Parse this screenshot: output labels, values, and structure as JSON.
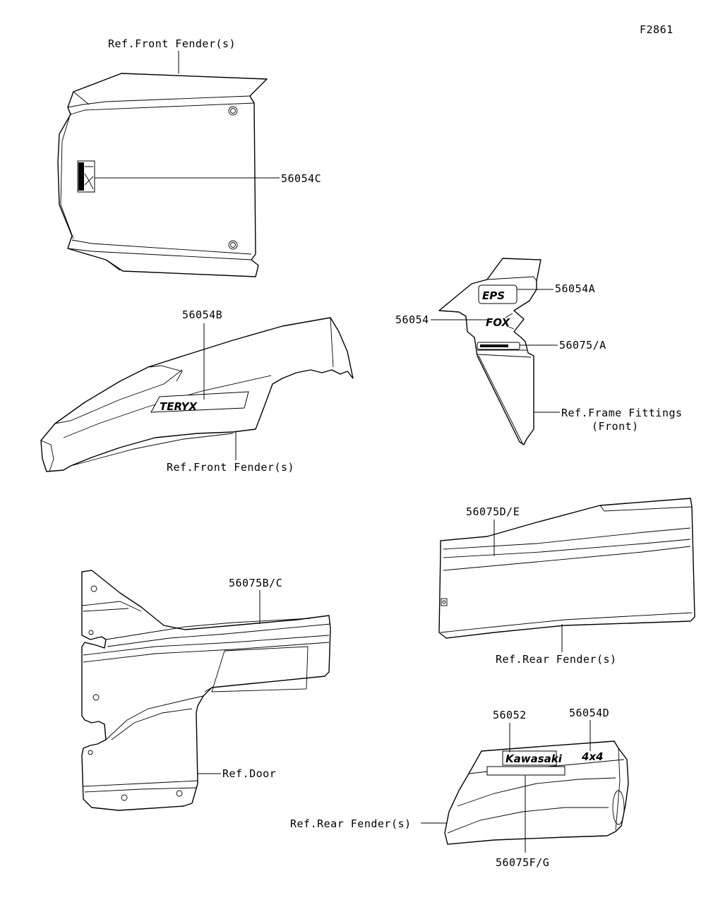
{
  "drawing_id": "F2861",
  "callouts": {
    "ref_front_fender_top": "Ref.Front Fender(s)",
    "part_56054C": "56054C",
    "part_56054B": "56054B",
    "ref_front_fender_mid": "Ref.Front Fender(s)",
    "part_56054A": "56054A",
    "part_56054": "56054",
    "part_56075A": "56075/A",
    "ref_frame_fittings_1": "Ref.Frame Fittings",
    "ref_frame_fittings_2": "(Front)",
    "part_56075DE": "56075D/E",
    "ref_rear_fender_right": "Ref.Rear Fender(s)",
    "part_56075BC": "56075B/C",
    "ref_door": "Ref.Door",
    "part_56052": "56052",
    "part_56054D": "56054D",
    "ref_rear_fender_bottom": "Ref.Rear Fender(s)",
    "part_56075FG": "56075F/G"
  },
  "decal_text": {
    "teryx": "TERYX",
    "eps": "EPS",
    "fox": "FOX",
    "kawasaki": "Kawasaki",
    "four_by_four": "4x4"
  }
}
